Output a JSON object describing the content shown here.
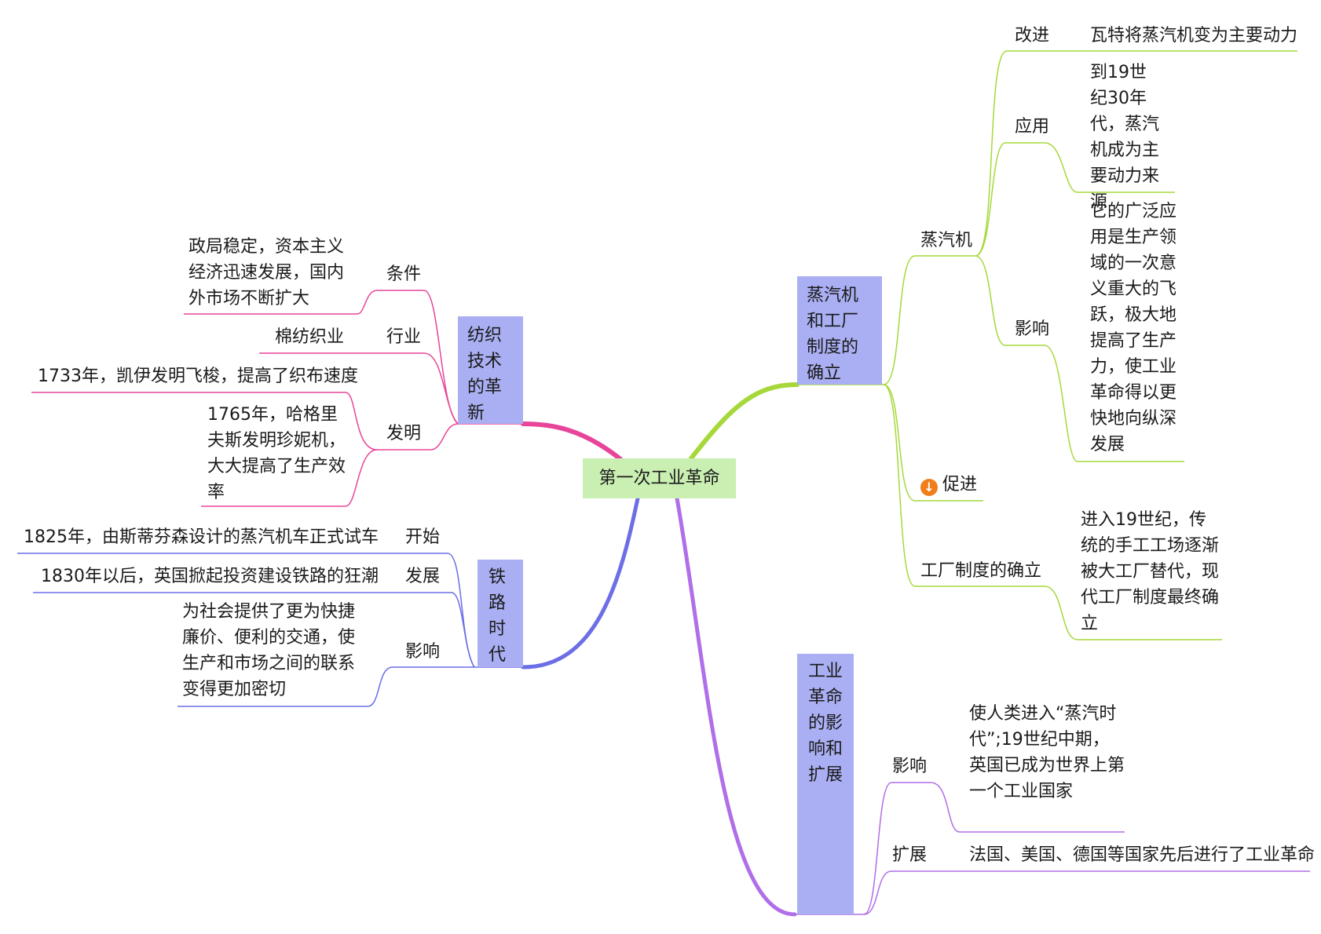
{
  "colors": {
    "center_bg": "#c9efb2",
    "main_box_bg": "#a9aff2",
    "textile_line": "#e8459a",
    "railway_line": "#6c6ee6",
    "steam_line": "#a6d83a",
    "impact_line": "#b06ee8",
    "promote_icon": "#f07e1b"
  },
  "center": {
    "label": "第一次工业革命"
  },
  "textile": {
    "title": "纺织技术的革新",
    "condition_label": "条件",
    "condition_text": "政局稳定，资本主义经济迅速发展，国内外市场不断扩大",
    "industry_label": "行业",
    "industry_text": "棉纺织业",
    "invention_label": "发明",
    "invention_1": "1733年，凯伊发明飞梭，提高了织布速度",
    "invention_2": "1765年，哈格里夫斯发明珍妮机，大大提高了生产效率"
  },
  "railway": {
    "title": "铁路时代",
    "start_label": "开始",
    "start_text": "1825年，由斯蒂芬森设计的蒸汽机车正式试车",
    "dev_label": "发展",
    "dev_text": "1830年以后，英国掀起投资建设铁路的狂潮",
    "impact_label": "影响",
    "impact_text": "为社会提供了更为快捷廉价、便利的交通，使生产和市场之间的联系变得更加密切"
  },
  "steam": {
    "title": "蒸汽机和工厂制度的确立",
    "steam_engine_label": "蒸汽机",
    "improve_label": "改进",
    "improve_text": "瓦特将蒸汽机变为主要动力",
    "apply_label": "应用",
    "apply_text": "到19世纪30年代，蒸汽机成为主要动力来源",
    "effect_label": "影响",
    "effect_text": "它的广泛应用是生产领域的一次意义重大的飞跃，极大地提高了生产力，使工业革命得以更快地向纵深发展",
    "promote_label": "促进",
    "promote_icon": "arrow-down-circle-icon",
    "factory_label": "工厂制度的确立",
    "factory_text": "进入19世纪，传统的手工工场逐渐被大工厂替代，现代工厂制度最终确立"
  },
  "impact": {
    "title": "工业革命的影响和扩展",
    "effect_label": "影响",
    "effect_text": "使人类进入“蒸汽时代”;19世纪中期，英国已成为世界上第一个工业国家",
    "expand_label": "扩展",
    "expand_text": "法国、美国、德国等国家先后进行了工业革命"
  }
}
